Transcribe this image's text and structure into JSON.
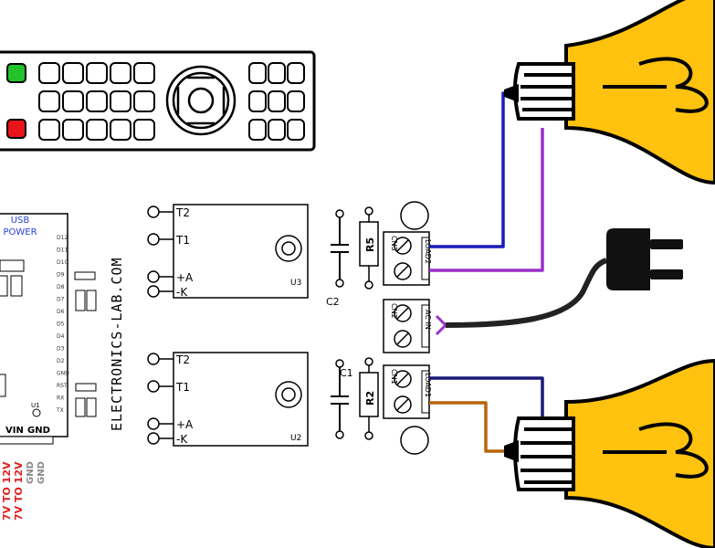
{
  "remote": {
    "buttons_top_count": 5,
    "buttons_side_count": 3
  },
  "board": {
    "usb_label": "USB",
    "power_label": "POWER",
    "side_text": "ELECTRONICS-LAB.COM",
    "pin_labels": [
      "D12",
      "D11",
      "D10",
      "D9",
      "D8",
      "D7",
      "D6",
      "D5",
      "D4",
      "D3",
      "D2",
      "GND",
      "RST",
      "RX",
      "TX"
    ],
    "vin_label": "VIN",
    "gnd_label": "GND",
    "bottom_red_1": "7V TO 12V",
    "bottom_red_2": "7V TO 12V",
    "bottom_gray_1": "GND",
    "bottom_gray_2": "GND",
    "u1_label": "U1"
  },
  "triac_modules": {
    "upper": {
      "t2": "T2",
      "t1": "T1",
      "plus_a": "+A",
      "minus_k": "-K",
      "ref": "U3"
    },
    "lower": {
      "t2": "T2",
      "t1": "T1",
      "plus_a": "+A",
      "minus_k": "-K",
      "ref": "U2"
    }
  },
  "components": {
    "c2": "C2",
    "c1": "C1",
    "r5": "R5",
    "r2": "R2",
    "cn3": "CN3",
    "load2": "LOAD2",
    "cn2": "CN2",
    "ac_in": "AC IN",
    "cn1": "CN1",
    "load1": "LOAD1"
  },
  "colors": {
    "wire_blue": "#1a1ab8",
    "wire_purple": "#9b2fc9",
    "wire_navy": "#1a1a7a",
    "wire_brown": "#b5650d",
    "bulb_yellow": "#ffc20e",
    "led_green": "#22c32b",
    "led_red": "#e8141a",
    "usb_blue": "#2a3fd6",
    "power_red": "#e02020"
  }
}
